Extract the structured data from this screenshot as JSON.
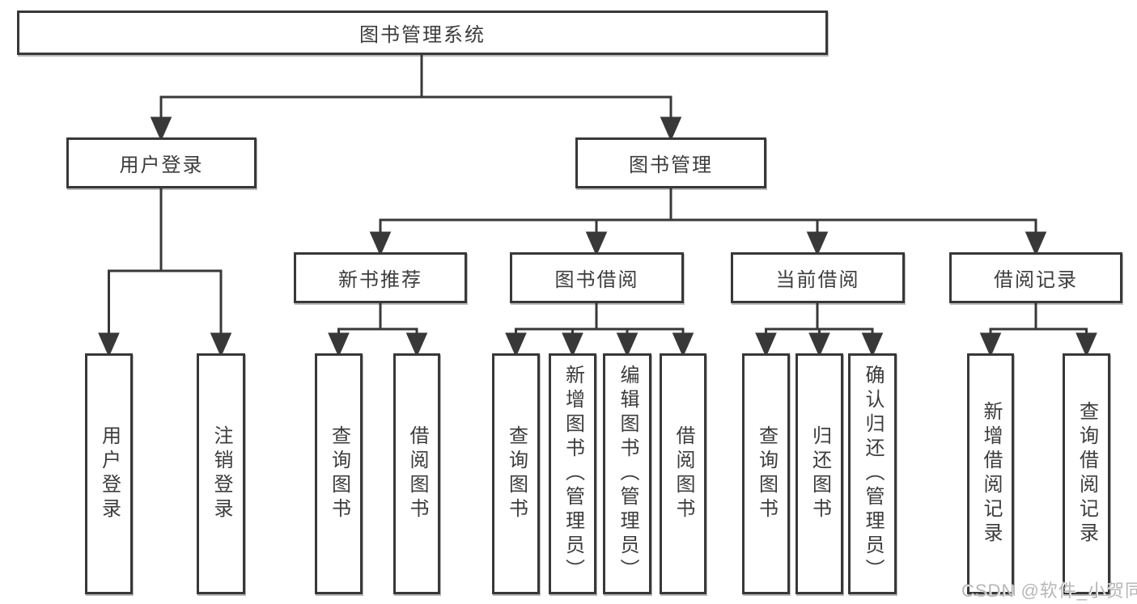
{
  "diagram_type": "functional-structure-tree",
  "tree": {
    "label": "图书管理系统",
    "children": [
      {
        "label": "用户登录",
        "children": [
          {
            "label": "用户登录"
          },
          {
            "label": "注销登录"
          }
        ]
      },
      {
        "label": "图书管理",
        "children": [
          {
            "label": "新书推荐",
            "children": [
              {
                "label": "查询图书"
              },
              {
                "label": "借阅图书"
              }
            ]
          },
          {
            "label": "图书借阅",
            "children": [
              {
                "label": "查询图书"
              },
              {
                "label": "新增图书（管理员）"
              },
              {
                "label": "编辑图书（管理员）"
              },
              {
                "label": "借阅图书"
              }
            ]
          },
          {
            "label": "当前借阅",
            "children": [
              {
                "label": "查询图书"
              },
              {
                "label": "归还图书"
              },
              {
                "label": "确认归还（管理员）"
              }
            ]
          },
          {
            "label": "借阅记录",
            "children": [
              {
                "label": "新增借阅记录"
              },
              {
                "label": "查询借阅记录"
              }
            ]
          }
        ]
      }
    ]
  },
  "watermark": {
    "text": "CSDN @软件_小贺同学"
  },
  "colors": {
    "line": "#383838",
    "node_border": "#383838",
    "node_text": "#3c3c3c",
    "background": "#ffffff",
    "watermark_text": "#b7b7b7"
  }
}
